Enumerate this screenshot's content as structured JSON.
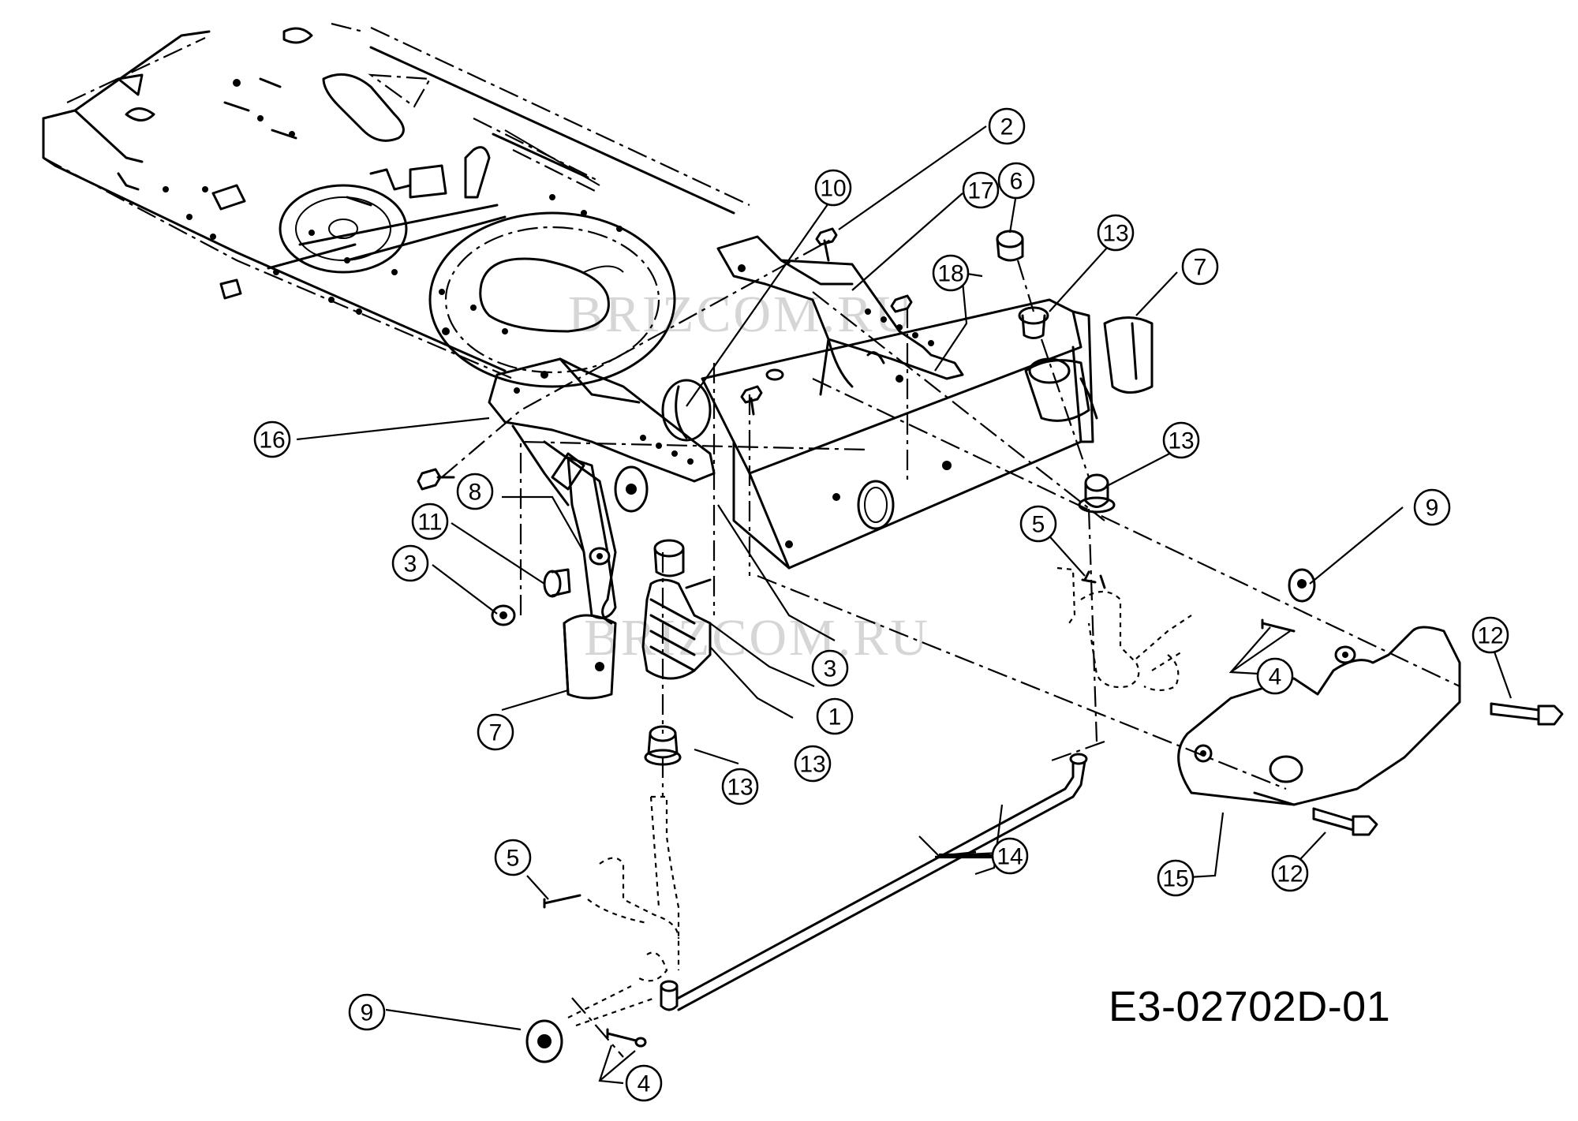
{
  "drawing_code": "E3-02702D-01",
  "watermark": "BRIZCOM.RU",
  "callouts": [
    {
      "id": "c1",
      "label": "1"
    },
    {
      "id": "c2",
      "label": "2"
    },
    {
      "id": "c3a",
      "label": "3"
    },
    {
      "id": "c3b",
      "label": "3"
    },
    {
      "id": "c4a",
      "label": "4"
    },
    {
      "id": "c4b",
      "label": "4"
    },
    {
      "id": "c5a",
      "label": "5"
    },
    {
      "id": "c5b",
      "label": "5"
    },
    {
      "id": "c6",
      "label": "6"
    },
    {
      "id": "c7a",
      "label": "7"
    },
    {
      "id": "c7b",
      "label": "7"
    },
    {
      "id": "c8",
      "label": "8"
    },
    {
      "id": "c9a",
      "label": "9"
    },
    {
      "id": "c9b",
      "label": "9"
    },
    {
      "id": "c10",
      "label": "10"
    },
    {
      "id": "c11",
      "label": "11"
    },
    {
      "id": "c12a",
      "label": "12"
    },
    {
      "id": "c12b",
      "label": "12"
    },
    {
      "id": "c13a",
      "label": "13"
    },
    {
      "id": "c13b",
      "label": "13"
    },
    {
      "id": "c13c",
      "label": "13"
    },
    {
      "id": "c13d",
      "label": "13"
    },
    {
      "id": "c14",
      "label": "14"
    },
    {
      "id": "c15",
      "label": "15"
    },
    {
      "id": "c16",
      "label": "16"
    },
    {
      "id": "c17",
      "label": "17"
    },
    {
      "id": "c18",
      "label": "18"
    }
  ]
}
